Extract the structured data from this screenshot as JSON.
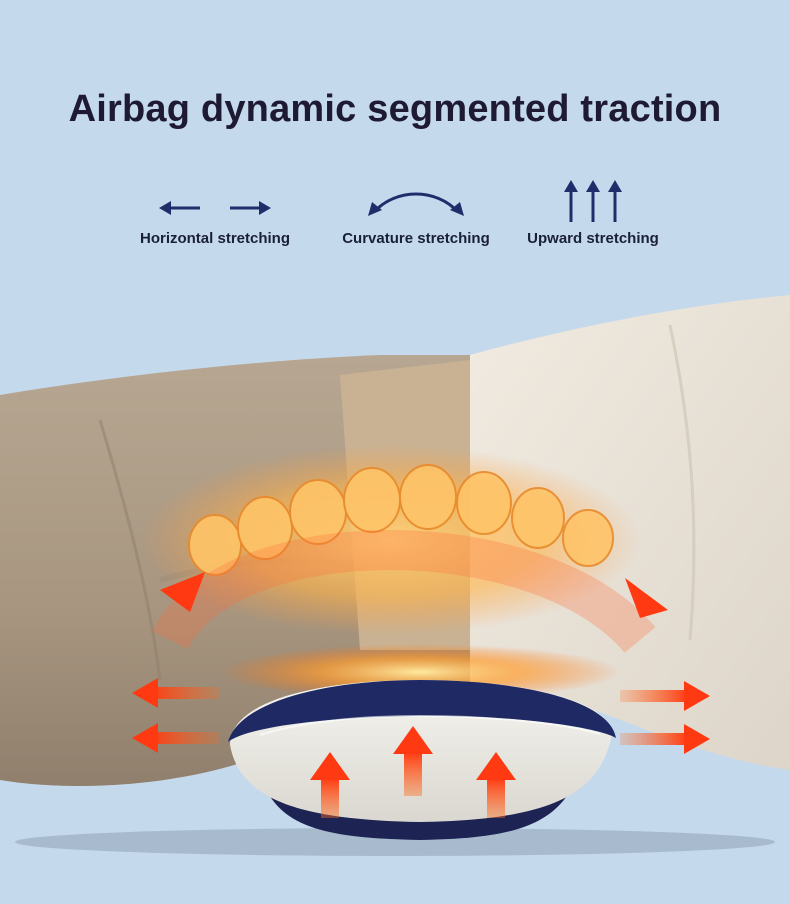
{
  "headline": "Airbag dynamic segmented traction",
  "features": [
    {
      "icon": "horizontal-arrows-icon",
      "label": "Horizontal stretching"
    },
    {
      "icon": "curved-arrow-icon",
      "label": "Curvature stretching"
    },
    {
      "icon": "upward-arrows-icon",
      "label": "Upward stretching"
    }
  ],
  "colors": {
    "background": "#c5d9ec",
    "headline": "#1e1a33",
    "icon_navy": "#1f2e6b",
    "arrow_orange": "#ff4a1c",
    "device_navy": "#1d2454",
    "device_shell": "#ecebe4"
  }
}
